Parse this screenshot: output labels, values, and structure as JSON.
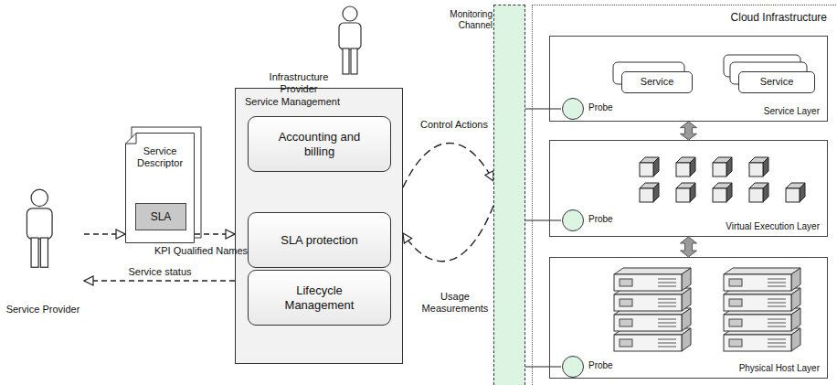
{
  "diagram": {
    "nodes": [
      {
        "text": [
          "Service Provider"
        ]
      },
      {
        "text": [
          "Service Descriptor"
        ]
      },
      {
        "text": [
          "SLA"
        ],
        "in": 1
      },
      {
        "text": [
          "Service Management"
        ]
      },
      {
        "text": [
          "Accounting and billing"
        ],
        "in": 3
      },
      {
        "text": [
          "SLA protection"
        ],
        "in": 3
      },
      {
        "text": [
          "Lifecycle Management"
        ],
        "in": 3
      },
      {
        "text": [
          "Monitoring Channel"
        ]
      },
      {
        "text": [
          "Cloud Infrastructure"
        ]
      },
      {
        "text": [
          "Service Layer"
        ],
        "in": 8
      },
      {
        "text": [
          "Service"
        ],
        "in": 9
      },
      {
        "text": [
          "Service"
        ],
        "in": 9
      },
      {
        "text": [
          "Probe"
        ],
        "in": 9
      },
      {
        "text": [
          "Virtual Execution Layer"
        ],
        "in": 8
      },
      {
        "text": [
          "Probe"
        ],
        "in": 13
      },
      {
        "text": [
          "Physical Host Layer"
        ],
        "in": 8
      },
      {
        "text": [
          "Probe"
        ],
        "in": 15
      }
    ],
    "edges": [
      {
        "from": 0,
        "to": 1,
        "arrow": "to"
      },
      {
        "from": 1,
        "to": 3,
        "label": "KPI Qualified Names",
        "arrow": "to"
      },
      {
        "from": 3,
        "to": 0,
        "label": "Service status",
        "arrow": "to"
      },
      {
        "from": 3,
        "to": 7,
        "label": "Control Actions",
        "arrow": "to"
      },
      {
        "from": 7,
        "to": 3,
        "label": "Usage Measurements",
        "arrow": "to"
      },
      {
        "from": 9,
        "to": 13,
        "arrow": "both"
      },
      {
        "from": 13,
        "to": 15,
        "arrow": "both"
      },
      {
        "from": 12,
        "to": 7,
        "arrow": "none"
      },
      {
        "from": 14,
        "to": 7,
        "arrow": "none"
      },
      {
        "from": 16,
        "to": 7,
        "arrow": "none"
      }
    ],
    "labels": [
      "Infrastructure Provider"
    ]
  }
}
